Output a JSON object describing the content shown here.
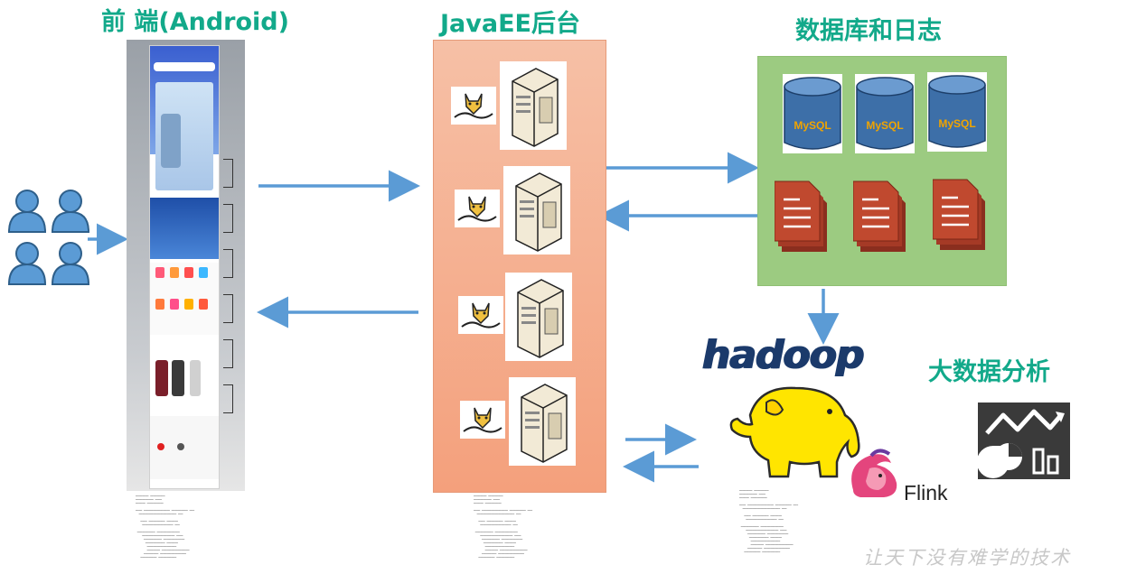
{
  "headings": {
    "frontend": "前 端(Android)",
    "backend": "JavaEE后台",
    "database": "数据库和日志",
    "bigdata": "大数据分析"
  },
  "database": {
    "mysql_label": "MySQL"
  },
  "bigdata": {
    "hadoop_label": "hadoop",
    "flink_label": "Flink"
  },
  "watermark": "让天下没有难学的技术",
  "colors": {
    "heading": "#12a98a",
    "arrow": "#5b9bd5",
    "backend_panel": "#f4a07c",
    "db_panel": "#9ccb81",
    "user_icon": "#5b9bd5"
  }
}
